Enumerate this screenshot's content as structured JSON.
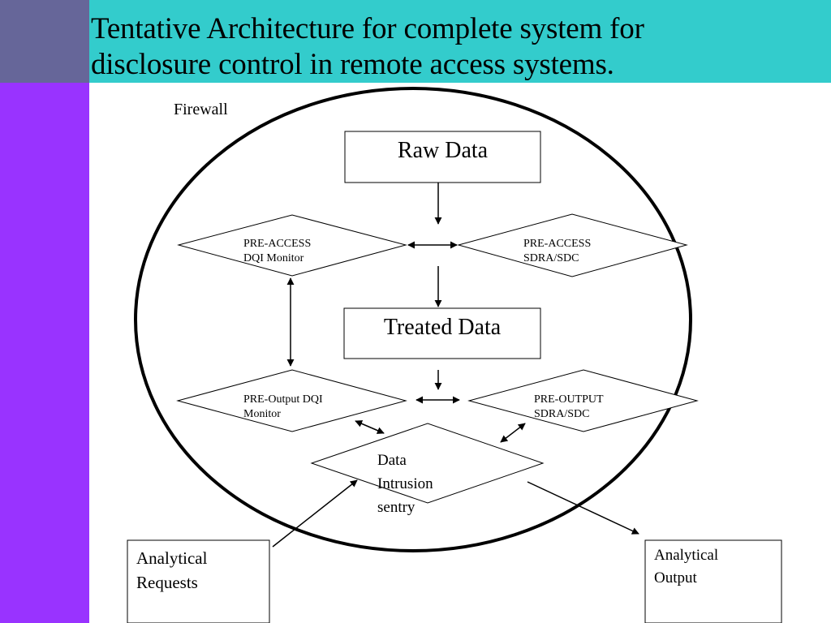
{
  "slide": {
    "title_line1": "Tentative Architecture for complete system for",
    "title_line2": "disclosure control in remote access systems."
  },
  "colors": {
    "title_bar": "#33CCCC",
    "side_bar": "#9933FF",
    "corner": "#666699",
    "background": "#FFFFFF",
    "lines": "#000000"
  },
  "diagram": {
    "boundary_label": "Firewall",
    "raw_data": "Raw Data",
    "treated_data": "Treated Data",
    "pre_access_dqi": {
      "line1": "PRE-ACCESS",
      "line2": "DQI Monitor"
    },
    "pre_access_sdra": {
      "line1": "PRE-ACCESS",
      "line2": "SDRA/SDC"
    },
    "pre_output_dqi": {
      "line1": "PRE-Output DQI",
      "line2": "Monitor"
    },
    "pre_output_sdra": {
      "line1": "PRE-OUTPUT",
      "line2": "SDRA/SDC"
    },
    "intrusion_sentry": {
      "line1": "Data",
      "line2": "Intrusion",
      "line3": "sentry"
    },
    "analytical_requests": {
      "line1": "Analytical",
      "line2": "Requests"
    },
    "analytical_output": {
      "line1": "Analytical",
      "line2": "Output"
    }
  }
}
